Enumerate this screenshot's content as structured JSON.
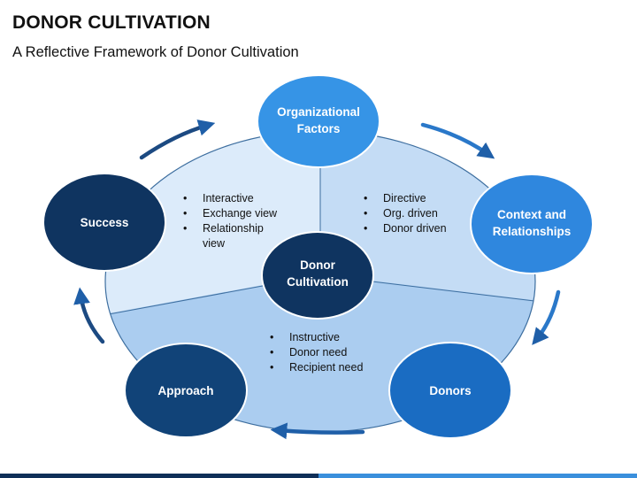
{
  "header": {
    "title": "DONOR CULTIVATION",
    "subtitle": "A Reflective Framework of Donor Cultivation"
  },
  "nodes": {
    "center": [
      "Donor",
      "Cultivation"
    ],
    "top": [
      "Organizational",
      "Factors"
    ],
    "right": [
      "Context and",
      "Relationships"
    ],
    "bottom_right": [
      "Donors"
    ],
    "bottom_left": [
      "Approach"
    ],
    "left": [
      "Success"
    ]
  },
  "segments": {
    "left": {
      "bullets": [
        "Interactive",
        "Exchange view",
        "Relationship view"
      ]
    },
    "right": {
      "bullets": [
        "Directive",
        "Org. driven",
        "Donor driven"
      ]
    },
    "bottom": {
      "bullets": [
        "Instructive",
        "Donor need",
        "Recipient need"
      ]
    }
  },
  "colors": {
    "dark_navy": "#0f3460",
    "navy": "#114378",
    "blue": "#1d6fc6",
    "sky": "#3694e6",
    "light_segment": "#dcebfa",
    "mid_segment": "#c4dcf5",
    "bottom_segment": "#abcdf0"
  }
}
